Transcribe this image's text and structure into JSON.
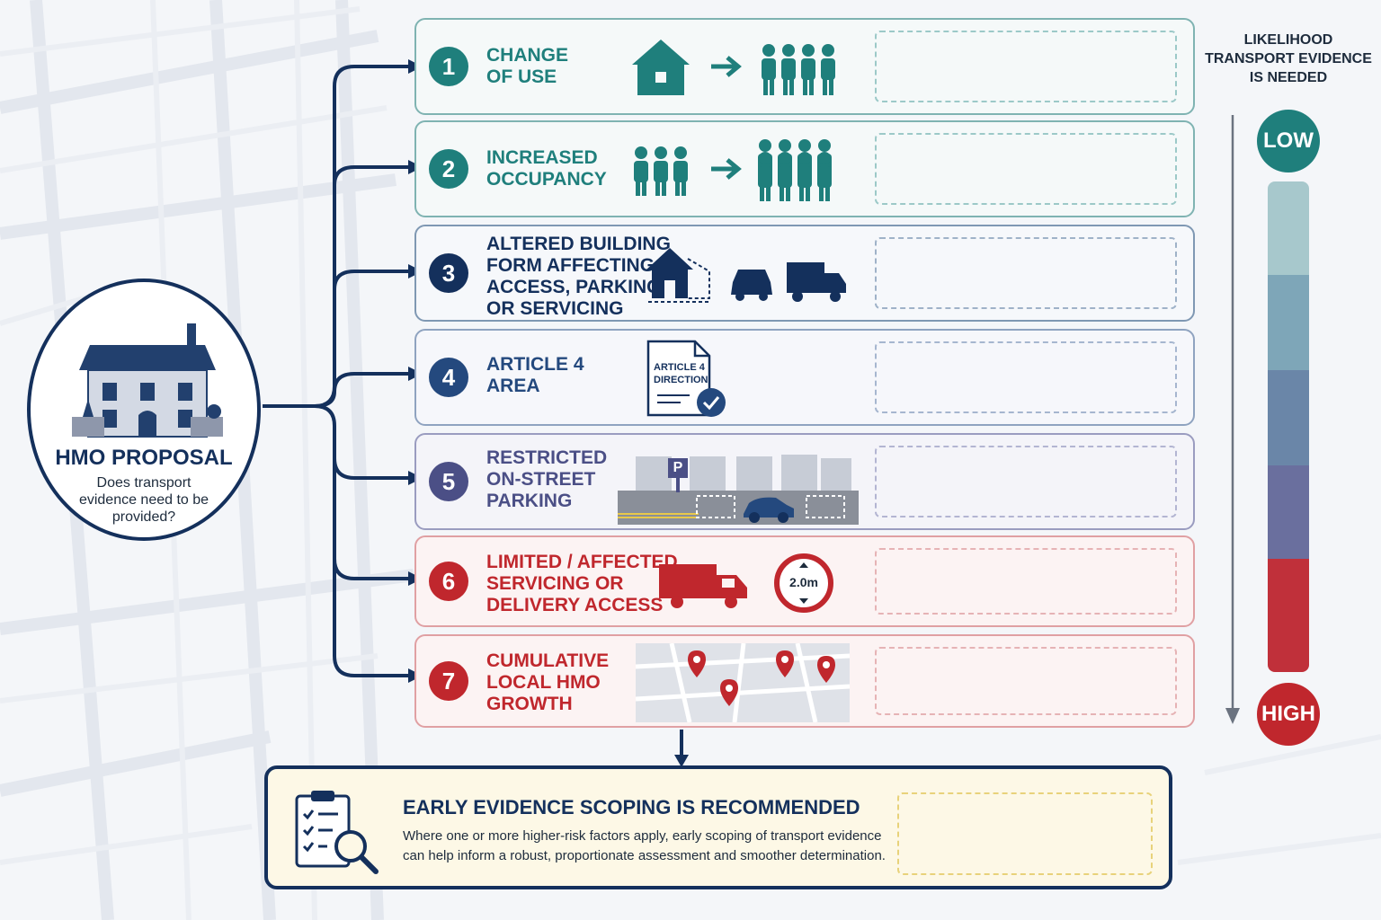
{
  "hub": {
    "title": "HMO PROPOSAL",
    "question": "Does transport evidence need to be provided?"
  },
  "factors": [
    {
      "number": "1",
      "label": "CHANGE\nOF USE",
      "color": "#1f7f7c",
      "border": "#7fb3b2",
      "bg": "#f5f9f9"
    },
    {
      "number": "2",
      "label": "INCREASED\nOCCUPANCY",
      "color": "#1f7f7c",
      "border": "#7fb3b2",
      "bg": "#f5f9f9"
    },
    {
      "number": "3",
      "label": "ALTERED BUILDING\nFORM AFFECTING\nACCESS, PARKING\nOR SERVICING",
      "color": "#14305c",
      "border": "#7f98b3",
      "bg": "#f6f8fb"
    },
    {
      "number": "4",
      "label": "ARTICLE 4\nAREA",
      "color": "#24497e",
      "border": "#8fa3c0",
      "bg": "#f6f7fb"
    },
    {
      "number": "5",
      "label": "RESTRICTED\nON-STREET\nPARKING",
      "color": "#4b4f86",
      "border": "#9a9cc0",
      "bg": "#f4f4f9"
    },
    {
      "number": "6",
      "label": "LIMITED / AFFECTED\nSERVICING OR\nDELIVERY ACCESS",
      "color": "#c0272d",
      "border": "#e0a0a3",
      "bg": "#fcf3f3"
    },
    {
      "number": "7",
      "label": "CUMULATIVE\nLOCAL HMO\nGROWTH",
      "color": "#c0272d",
      "border": "#e0a0a3",
      "bg": "#fcf3f3"
    }
  ],
  "icon_text": {
    "article4_doc": "ARTICLE 4\nDIRECTION",
    "parking_sign": "P",
    "height_limit": "2.0m"
  },
  "scale": {
    "title": "LIKELIHOOD\nTRANSPORT EVIDENCE\nIS NEEDED",
    "low_label": "LOW",
    "high_label": "HIGH",
    "segment_colors": [
      "#a7c8cc",
      "#7ea6b8",
      "#6a86a8",
      "#6a6f9e",
      "#c0303a"
    ]
  },
  "recommendation": {
    "title": "EARLY EVIDENCE SCOPING IS RECOMMENDED",
    "body": "Where one or more higher-risk factors apply, early scoping of transport evidence can help inform a robust, proportionate assessment and smoother determination."
  },
  "colors": {
    "navy": "#14305c",
    "teal": "#1f7f7c",
    "red": "#c0272d"
  }
}
